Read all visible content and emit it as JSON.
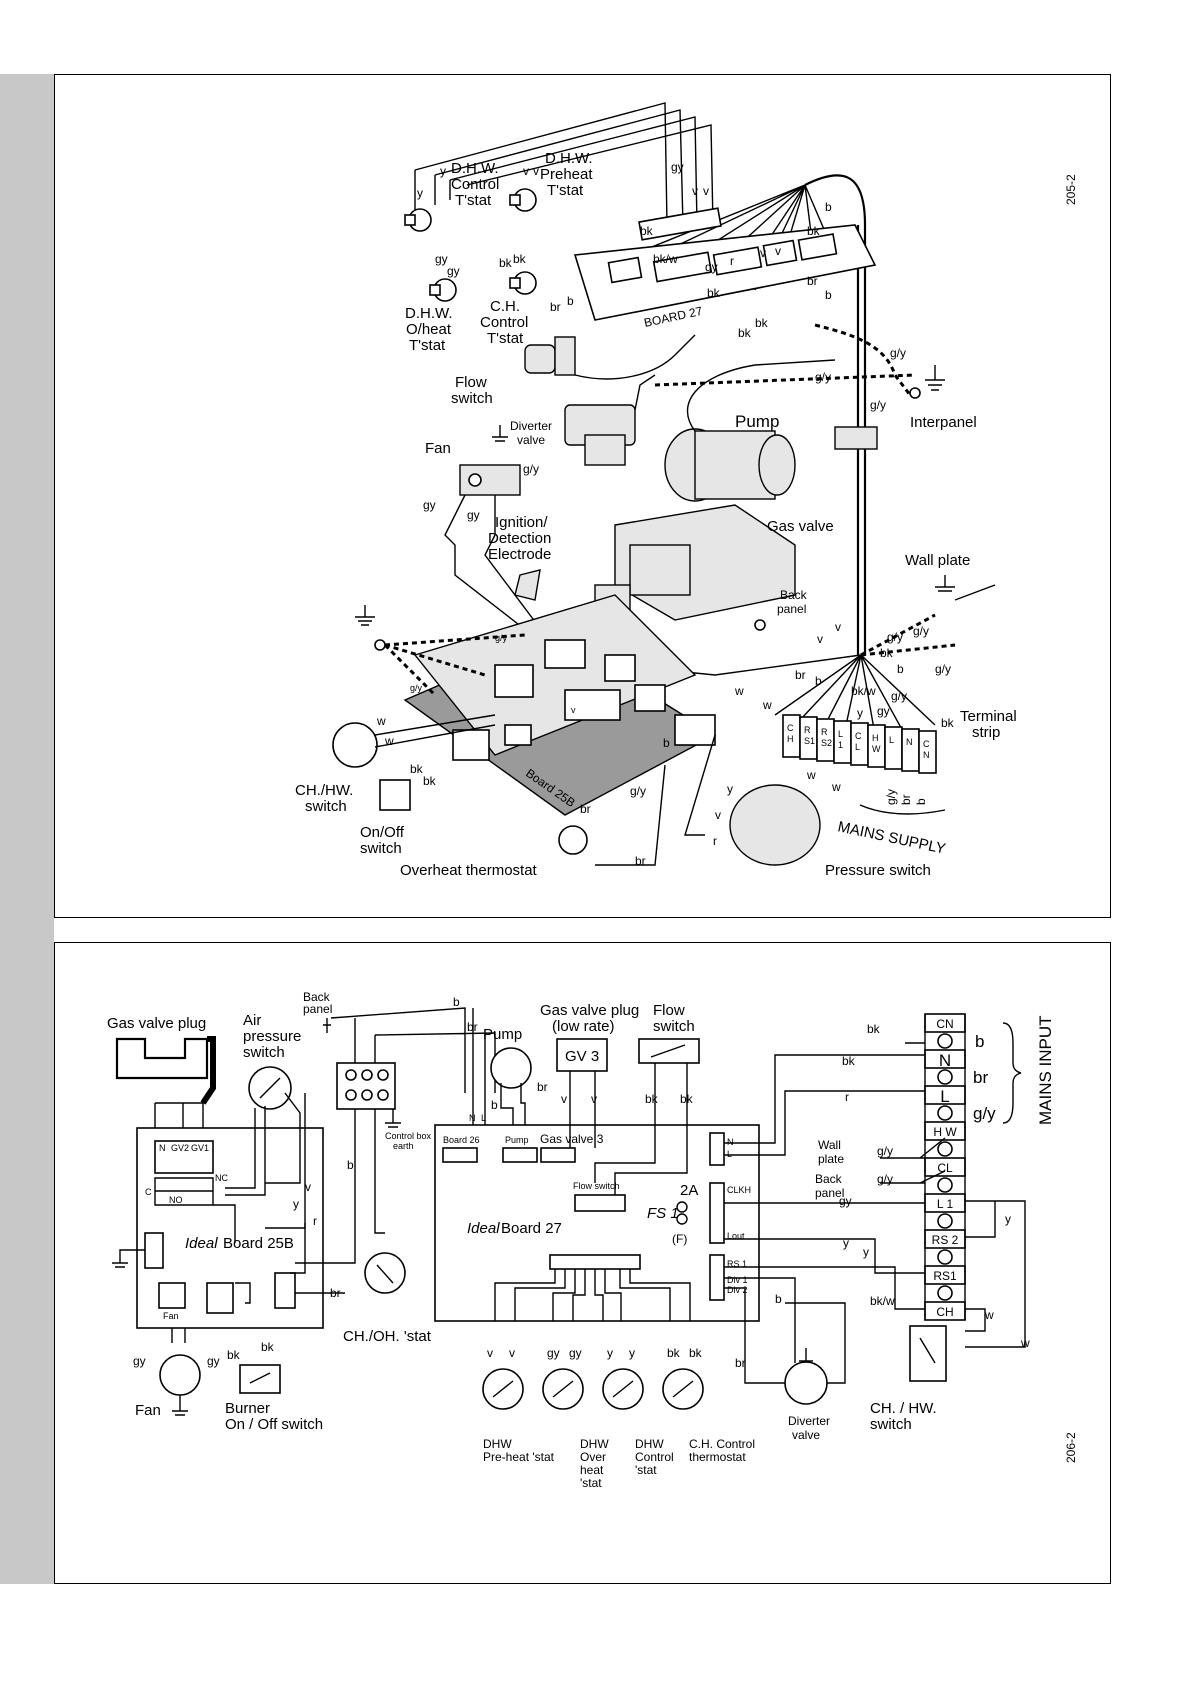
{
  "top": {
    "ref": "205-2",
    "labels": {
      "dhw_control": [
        "D.H.W.",
        "Control",
        "T'stat"
      ],
      "dhw_preheat": [
        "D.H.W.",
        "Preheat",
        "T'stat"
      ],
      "dhw_overheat": [
        "D.H.W.",
        "O/heat",
        "T'stat"
      ],
      "ch_control": [
        "C.H.",
        "Control",
        "T'stat"
      ],
      "flow_switch": [
        "Flow",
        "switch"
      ],
      "diverter_valve": [
        "Diverter",
        "valve"
      ],
      "pump": "Pump",
      "interpanel": "Interpanel",
      "fan": "Fan",
      "ignition": [
        "Ignition/",
        "Detection",
        "Electrode"
      ],
      "gas_valve": "Gas valve",
      "wall_plate": "Wall plate",
      "back_panel": [
        "Back",
        "panel"
      ],
      "terminal_strip": [
        "Terminal",
        "strip"
      ],
      "ch_hw_switch": [
        "CH./HW.",
        "switch"
      ],
      "on_off_switch": [
        "On/Off",
        "switch"
      ],
      "overheat_thermostat": "Overheat thermostat",
      "pressure_switch": "Pressure switch",
      "mains_supply": "MAINS SUPPLY",
      "board_27": "BOARD  27",
      "board_25b": "Board 25B"
    },
    "wire_codes": [
      "y",
      "v",
      "gy",
      "bk",
      "bk/w",
      "r",
      "b",
      "br",
      "g/y",
      "w"
    ],
    "terminal_strip_cells": [
      "C H",
      "R S1",
      "R S2",
      "L 1",
      "C L",
      "H W",
      "L",
      "N",
      "C N"
    ]
  },
  "bottom": {
    "ref": "206-2",
    "labels": {
      "gas_valve_plug": "Gas valve plug",
      "air_pressure_switch": [
        "Air",
        "pressure",
        "switch"
      ],
      "back_panel": [
        "Back",
        "panel"
      ],
      "pump": "Pump",
      "gas_valve_plug_low": [
        "Gas valve plug",
        "(low rate)"
      ],
      "gv3": "GV 3",
      "flow_switch": [
        "Flow",
        "switch"
      ],
      "control_box_earth": [
        "Control box",
        "earth"
      ],
      "board_26": "Board 26",
      "pump_small": "Pump",
      "gas_valve_3": "Gas valve 3",
      "flow_switch_small": "Flow switch",
      "fs1": "FS 1",
      "fuse_rating": "2A",
      "fuse_f": "(F)",
      "ideal_board_27_a": "Ideal",
      "ideal_board_27_b": " Board 27",
      "ideal_board_25b_a": "Ideal",
      "ideal_board_25b_b": " Board 25B",
      "fan": "Fan",
      "burner_switch": [
        "Burner",
        "On / Off switch"
      ],
      "ch_oh_stat": "CH./OH. 'stat",
      "dhw_preheat": [
        "DHW",
        "Pre-heat 'stat"
      ],
      "dhw_overheat": [
        "DHW",
        "Over",
        "heat",
        "'stat"
      ],
      "dhw_control": [
        "DHW",
        "Control",
        "'stat"
      ],
      "ch_control": [
        "C.H. Control",
        "thermostat"
      ],
      "diverter_valve": [
        "Diverter",
        "valve"
      ],
      "ch_hw_switch": [
        "CH. / HW.",
        "switch"
      ],
      "wall_plate": [
        "Wall",
        "plate"
      ],
      "back_panel_right": [
        "Back",
        "panel"
      ],
      "mains_input": "MAINS INPUT",
      "board27_pins": [
        "N",
        "L",
        "CLKH",
        "Lout",
        "RS 1",
        "Div 1",
        "Div 2"
      ],
      "board25b_pins": [
        "N",
        "GV2",
        "GV1",
        "NC",
        "NO",
        "C"
      ],
      "fan_small": "Fan"
    },
    "terminal_strip": [
      "CN",
      "N",
      "L",
      "H W",
      "CL",
      "L 1",
      "RS 2",
      "RS1",
      "CH"
    ],
    "mains_wires": [
      "b",
      "br",
      "g/y"
    ]
  }
}
